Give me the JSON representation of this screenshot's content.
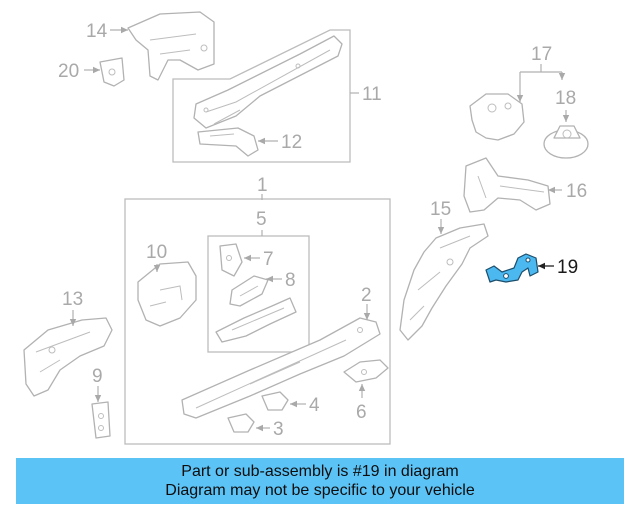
{
  "callouts": {
    "c1": "1",
    "c2": "2",
    "c3": "3",
    "c4": "4",
    "c5": "5",
    "c6": "6",
    "c7": "7",
    "c8": "8",
    "c9": "9",
    "c10": "10",
    "c11": "11",
    "c12": "12",
    "c13": "13",
    "c14": "14",
    "c15": "15",
    "c16": "16",
    "c17": "17",
    "c18": "18",
    "c19": "19",
    "c20": "20"
  },
  "highlight": {
    "part_number": "19",
    "color": "#4bb8f0"
  },
  "banner": {
    "line1": "Part or sub-assembly is #19 in diagram",
    "line2": "Diagram may not be specific to your vehicle",
    "color": "#5cc3f6"
  }
}
